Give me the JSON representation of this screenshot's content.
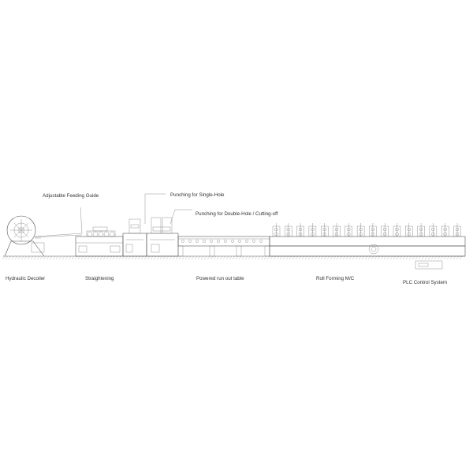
{
  "labels": {
    "adjustable_feeding_guide": "Adjustable Feeding Guide",
    "punching_single_hole": "Punching for Single-Hole",
    "punching_double_hole": "Punching for Double-Hole / Cutting-off",
    "hydraulic_decoiler": "Hydraulic Decoiler",
    "straightening": "Straightening",
    "powered_run_out_table": "Powered run out table",
    "roll_forming": "Roll Forming M/C",
    "plc_control_system": "PLC Control System"
  },
  "colors": {
    "line": "#555555",
    "text": "#333333",
    "background": "#ffffff"
  }
}
